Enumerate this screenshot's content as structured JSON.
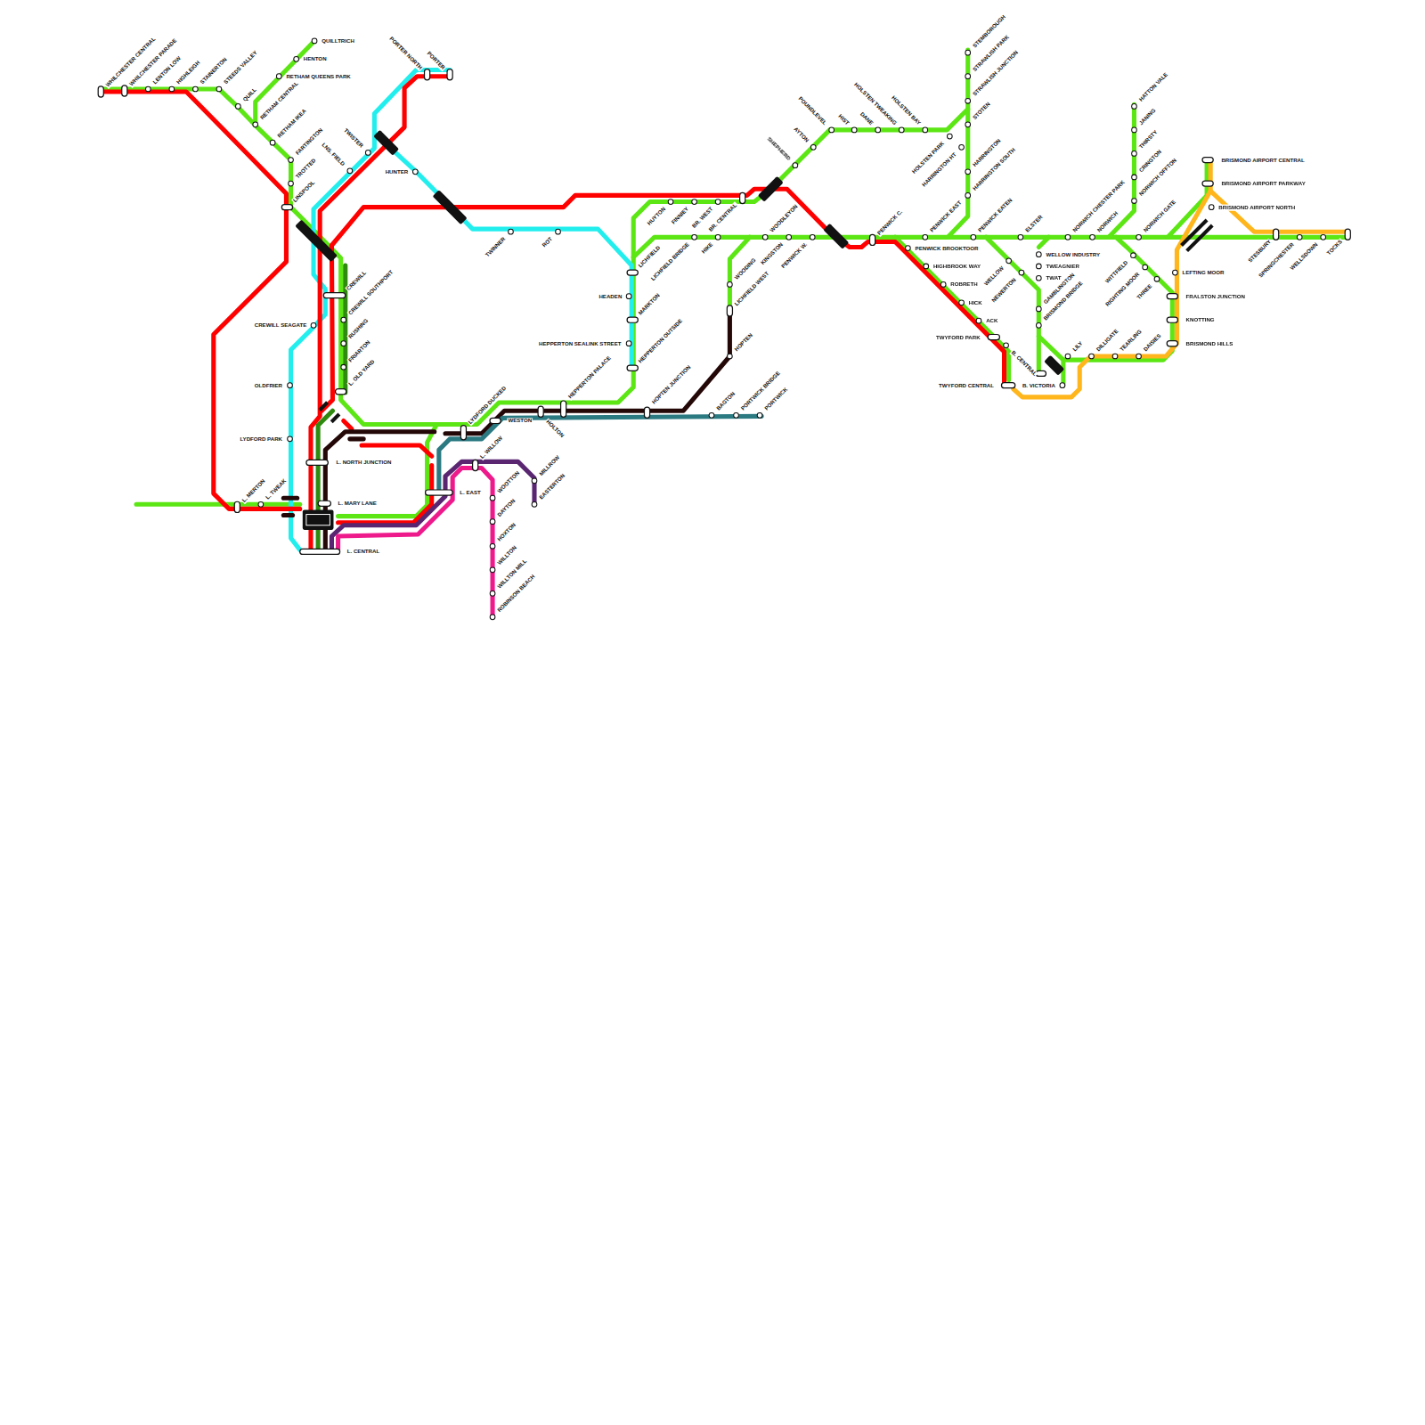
{
  "diagram": {
    "labels": [
      "WHILCHESTER CENTRAL",
      "WHILCHESTER PARADE",
      "LENTON LOW",
      "HIGHLEIGH",
      "STAINERTON",
      "STEEDS VALLEY",
      "QUILL",
      "RETHAM CENTRAL",
      "RETHAM IKEA",
      "FARTINGTON",
      "TROTTED",
      "LINSPOOL",
      "QUILLTRICH",
      "HENTON",
      "RETHAM QUEENS PARK",
      "PORTER NORTH",
      "PORTER",
      "TWISTER",
      "LNS. FIELD",
      "HUNTER",
      "TWINNER",
      "ROT",
      "CREWILL",
      "CREWILL SOUTHPORT",
      "CREWILL SEAGATE",
      "RUSHING",
      "FRIARTON",
      "L. OLD YARD",
      "OLDFRIER",
      "LYDFORD PARK",
      "L. NORTH JUNCTION",
      "L. MERTON",
      "L. TWEAK",
      "L. MARY LANE",
      "L. CENTRAL",
      "LYDFORD DUCKED",
      "WESTON",
      "L. WILLOW",
      "L. EAST",
      "HOLTON",
      "HEPPERTON PALACE",
      "MILLROW",
      "EASTERTON",
      "WOOTTON",
      "DAYTON",
      "HOXTON",
      "WILLTON",
      "WILLTON MILL",
      "ROBINSON BEACH",
      "HEADEN",
      "MARKTON",
      "HEPPERTON SEALINK STREET",
      "HEPPERTON OUTSIDE",
      "HOPTEN JUNCTION",
      "BAGTON",
      "PORTWICK BRIDGE",
      "PORTWICK",
      "LICHFIELD",
      "HUYTON",
      "FINNIEY",
      "BR. WEST",
      "BR. CENTRAL",
      "LICHFIELD BRIDGE",
      "HIKE",
      "WOODING",
      "LICHFIELD WEST",
      "HOPTEN",
      "WOODLEYON",
      "KINGSTON",
      "PENWICK W.",
      "SHEPHERD",
      "AYTON",
      "POUNDLEVEL",
      "HIST",
      "DANE",
      "HOLSTEN TWEAKING",
      "HOLSTEN BAY",
      "PENWICK C.",
      "PENWICK EAST",
      "PENWICK BROOKTOOR",
      "HIGHBROOK WAY",
      "ROBRETH",
      "HICK",
      "ACK",
      "TWYFORD PARK",
      "B. CENTRAL",
      "TWYFORD CENTRAL",
      "B. VICTORIA",
      "HOLSTEN PARK",
      "HARRINGTON HT",
      "STEMBOROUGH",
      "STRAWLISH PARK",
      "STRAWLISH JUNCTION",
      "STOTEN",
      "HARRINGTON",
      "HARRINGTON SOUTH",
      "PENWICK EATEN",
      "ELSTER",
      "WELLOW",
      "NEWERTON",
      "WELLOW INDUSTRY",
      "TWEAGNIER",
      "TWAT",
      "GAMBLINGTON",
      "BRISMOND BRIDGE",
      "LILY",
      "DILLIGATE",
      "TEARLING",
      "DAISIES",
      "NORWICH CHESTER PARK",
      "NORWICH",
      "HATTON VALE",
      "JANING",
      "THIRSTY",
      "CRINGTON",
      "NORWICH OFFTON",
      "NORWICH GATE",
      "WITTFIELD",
      "RIGHTING MOOR",
      "THREE",
      "LEFTING MOOR",
      "FRALSTON JUNCTION",
      "KNOTTING",
      "BRISMOND HILLS",
      "BRISMOND AIRPORT CENTRAL",
      "BRISMOND AIRPORT PARKWAY",
      "BRISMOND AIRPORT NORTH",
      "STESBURY",
      "SPRINGCHESTER",
      "WELLSDOWN",
      "TOCKS"
    ]
  }
}
